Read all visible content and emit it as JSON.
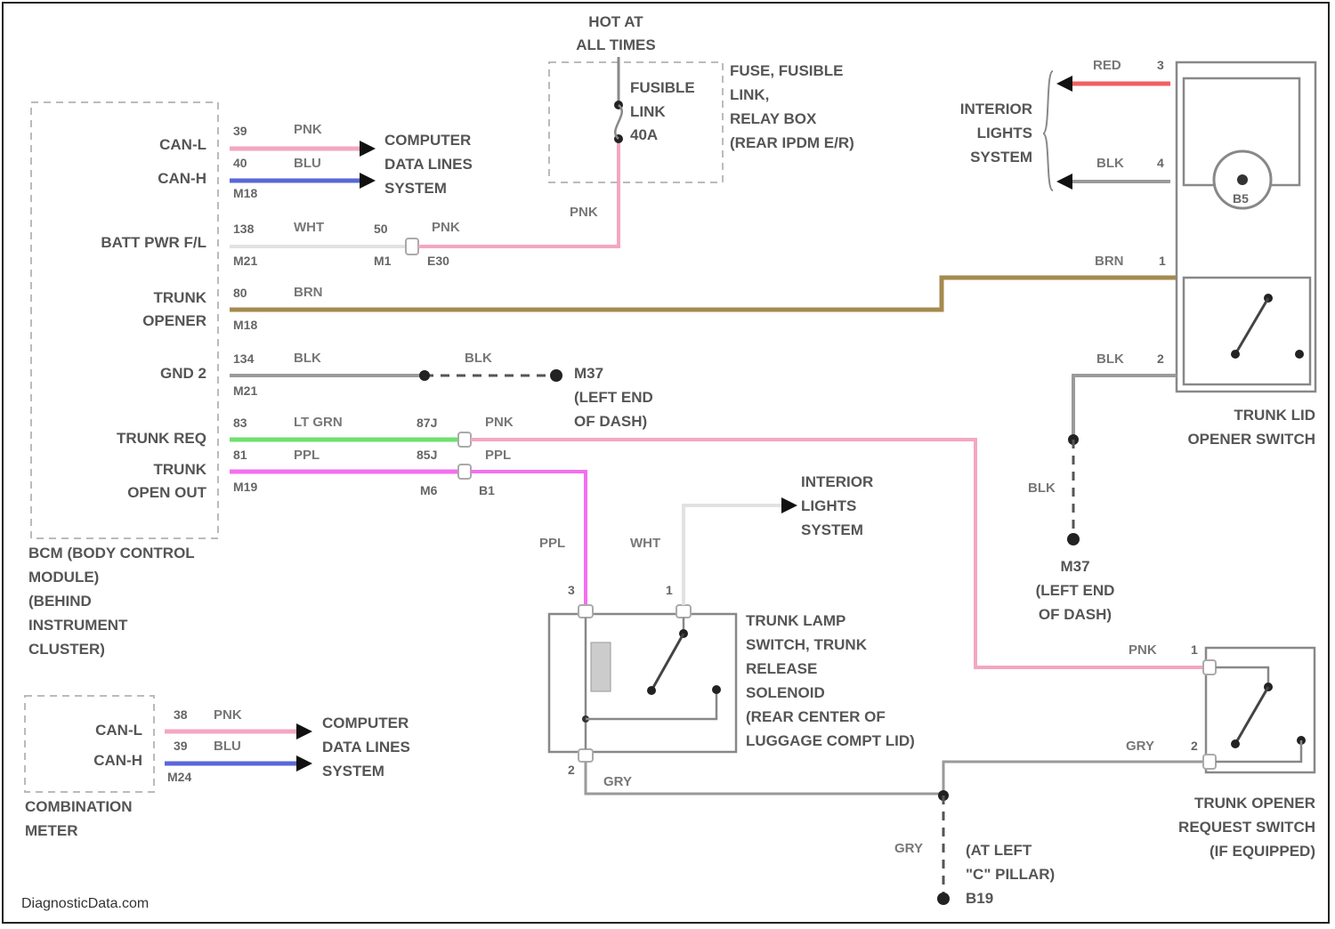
{
  "bcm": {
    "title_lines": [
      "BCM (BODY CONTROL",
      "MODULE)",
      "(BEHIND",
      "INSTRUMENT",
      "CLUSTER)"
    ],
    "can_l": "CAN-L",
    "can_h": "CAN-H",
    "batt": "BATT PWR F/L",
    "trunk_opener": [
      "TRUNK",
      "OPENER"
    ],
    "gnd": "GND 2",
    "trunk_req": "TRUNK REQ",
    "trunk_open_out": [
      "TRUNK",
      "OPEN OUT"
    ],
    "pins": {
      "p39": "39",
      "p40": "40",
      "m18a": "M18",
      "p138": "138",
      "m21a": "M21",
      "p80": "80",
      "m18b": "M18",
      "p134": "134",
      "m21b": "M21",
      "p83": "83",
      "p81": "81",
      "m19": "M19"
    }
  },
  "wires": {
    "pnk": "PNK",
    "blu": "BLU",
    "wht": "WHT",
    "brn": "BRN",
    "blk": "BLK",
    "lt_grn": "LT GRN",
    "ppl": "PPL",
    "gry": "GRY",
    "red": "RED"
  },
  "computer_data": [
    "COMPUTER",
    "DATA LINES",
    "SYSTEM"
  ],
  "hot": [
    "HOT AT",
    "ALL TIMES"
  ],
  "fuse": {
    "inner": [
      "FUSIBLE",
      "LINK",
      "40A"
    ],
    "desc": [
      "FUSE, FUSIBLE",
      "LINK,",
      "RELAY BOX",
      "(REAR IPDM E/R)"
    ]
  },
  "connector_e": {
    "p50": "50",
    "m1": "M1",
    "e30": "E30"
  },
  "ground_m37": {
    "code": "M37",
    "desc": [
      "(LEFT END",
      "OF DASH)"
    ]
  },
  "inline": {
    "p87j": "87J",
    "p85j": "85J",
    "m6": "M6",
    "b1": "B1"
  },
  "interior_lights": [
    "INTERIOR",
    "LIGHTS",
    "SYSTEM"
  ],
  "trunk_lid_switch": {
    "name": [
      "TRUNK LID",
      "OPENER SWITCH"
    ],
    "pins": {
      "p3": "3",
      "p4": "4",
      "p1": "1",
      "p2": "2"
    },
    "lamp": "B5"
  },
  "trunk_lamp": {
    "name": [
      "TRUNK LAMP",
      "SWITCH, TRUNK",
      "RELEASE",
      "SOLENOID",
      "(REAR CENTER OF",
      "LUGGAGE COMPT LID)"
    ],
    "pins": {
      "p3": "3",
      "p1": "1",
      "p2": "2"
    }
  },
  "request_switch": {
    "name": [
      "TRUNK OPENER",
      "REQUEST SWITCH",
      "(IF EQUIPPED)"
    ],
    "pins": {
      "p1": "1",
      "p2": "2"
    }
  },
  "ground_b19": {
    "desc": [
      "(AT LEFT",
      "\"C\" PILLAR)"
    ],
    "code": "B19"
  },
  "combo": {
    "name": [
      "COMBINATION",
      "METER"
    ],
    "can_l": "CAN-L",
    "can_h": "CAN-H",
    "pins": {
      "p38": "38",
      "p39": "39",
      "m24": "M24"
    }
  },
  "source": "DiagnosticData.com",
  "colors": {
    "pink": "#f4a6c3",
    "blue": "#5a67d8",
    "brown": "#a58a4e",
    "green": "#6ee06e",
    "magenta": "#f36ff0",
    "red": "#f26060",
    "gray": "#9a9a9a",
    "white_wire": "#e2e2e2"
  }
}
